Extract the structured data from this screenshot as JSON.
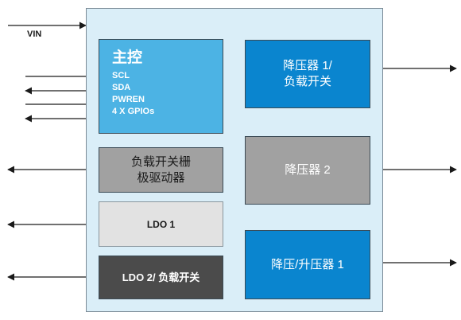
{
  "vin_label": "VIN",
  "controller": {
    "title": "主控",
    "signals": [
      "SCL",
      "SDA",
      "PWREN",
      "4 X GPIOs"
    ]
  },
  "gate_driver": {
    "line1": "负载开关栅",
    "line2": "极驱动器"
  },
  "ldo1": {
    "label": "LDO 1"
  },
  "ldo2": {
    "label": "LDO 2/ 负载开关"
  },
  "buck1": {
    "line1": "降压器 1/",
    "line2": "负载开关"
  },
  "buck2": {
    "label": "降压器 2"
  },
  "buckboost": {
    "label": "降压/升压器 1"
  },
  "colors": {
    "outer_fill": "#daeef8",
    "controller_fill": "#4cb3e4",
    "buck_fill": "#0a85cf",
    "gray_fill": "#a1a1a1",
    "light_fill": "#e2e2e2",
    "dark_fill": "#4b4b4b",
    "wire": "#1a1a1a"
  }
}
